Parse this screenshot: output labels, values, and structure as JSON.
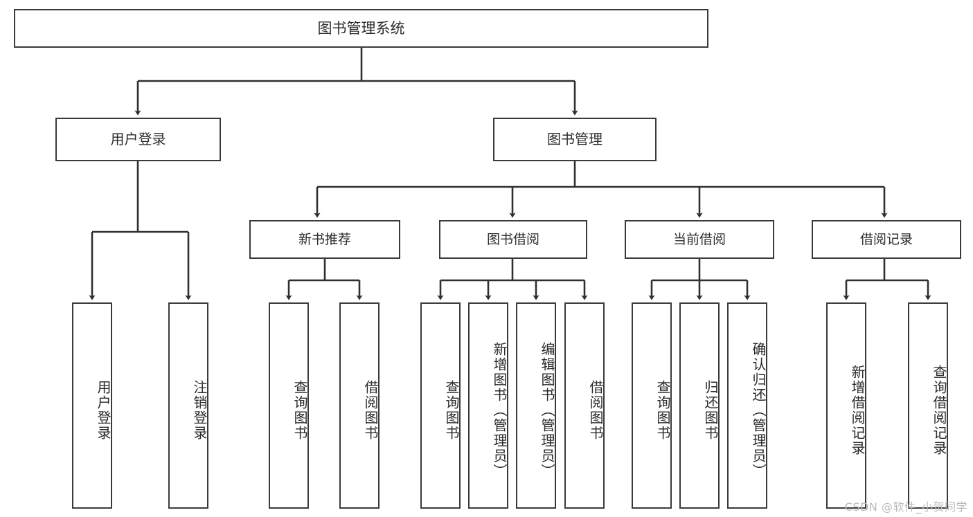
{
  "diagram": {
    "title": "图书管理系统",
    "type": "tree-hierarchy-diagram",
    "colors": {
      "border": "#3a3a3c",
      "text": "#2b2b2d",
      "background": "#ffffff",
      "watermark": "#b9b9bb"
    },
    "root": {
      "label": "图书管理系统"
    },
    "level2": [
      {
        "label": "用户登录"
      },
      {
        "label": "图书管理"
      }
    ],
    "level3": [
      {
        "label": "新书推荐"
      },
      {
        "label": "图书借阅"
      },
      {
        "label": "当前借阅"
      },
      {
        "label": "借阅记录"
      }
    ],
    "leaves": {
      "user_login": [
        {
          "label": "用户登录"
        },
        {
          "label": "注销登录"
        }
      ],
      "new_book_recommend": [
        {
          "label": "查询图书"
        },
        {
          "label": "借阅图书"
        }
      ],
      "book_borrow": [
        {
          "label": "查询图书"
        },
        {
          "label": "新增图书（管理员）"
        },
        {
          "label": "编辑图书（管理员）"
        },
        {
          "label": "借阅图书"
        }
      ],
      "current_borrow": [
        {
          "label": "查询图书"
        },
        {
          "label": "归还图书"
        },
        {
          "label": "确认归还（管理员）"
        }
      ],
      "borrow_record": [
        {
          "label": "新增借阅记录"
        },
        {
          "label": "查询借阅记录"
        }
      ]
    }
  },
  "watermark": {
    "text": "CSDN @软件_小贺同学"
  }
}
